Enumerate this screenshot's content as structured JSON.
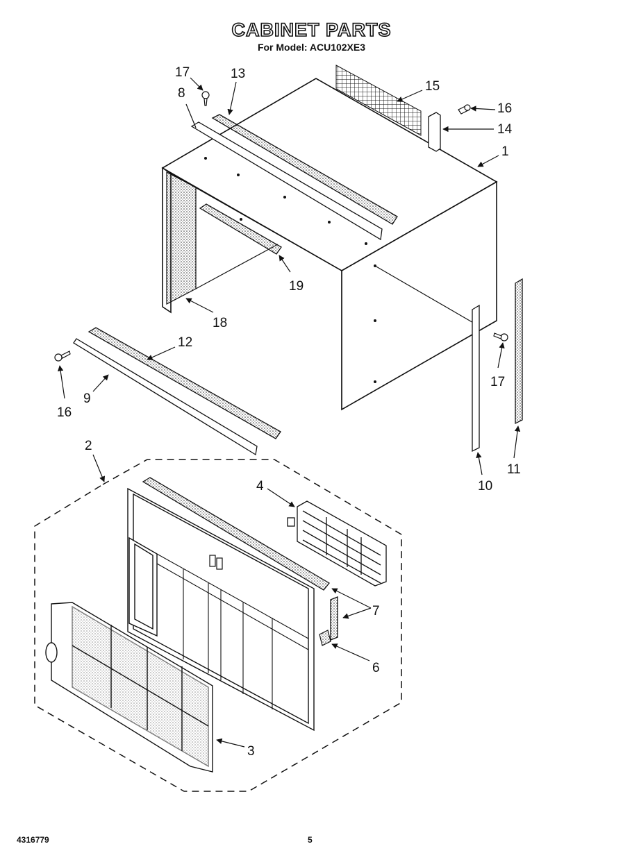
{
  "header": {
    "title": "CABINET PARTS",
    "subtitle": "For Model: ACU102XE3"
  },
  "footer": {
    "doc_number": "4316779",
    "page_number": "5"
  },
  "callouts": {
    "c1": "1",
    "c2": "2",
    "c3": "3",
    "c4": "4",
    "c6": "6",
    "c7": "7",
    "c8": "8",
    "c9": "9",
    "c10": "10",
    "c11": "11",
    "c12": "12",
    "c13": "13",
    "c14": "14",
    "c15": "15",
    "c16a": "16",
    "c16b": "16",
    "c17a": "17",
    "c17b": "17",
    "c18": "18",
    "c19": "19"
  }
}
